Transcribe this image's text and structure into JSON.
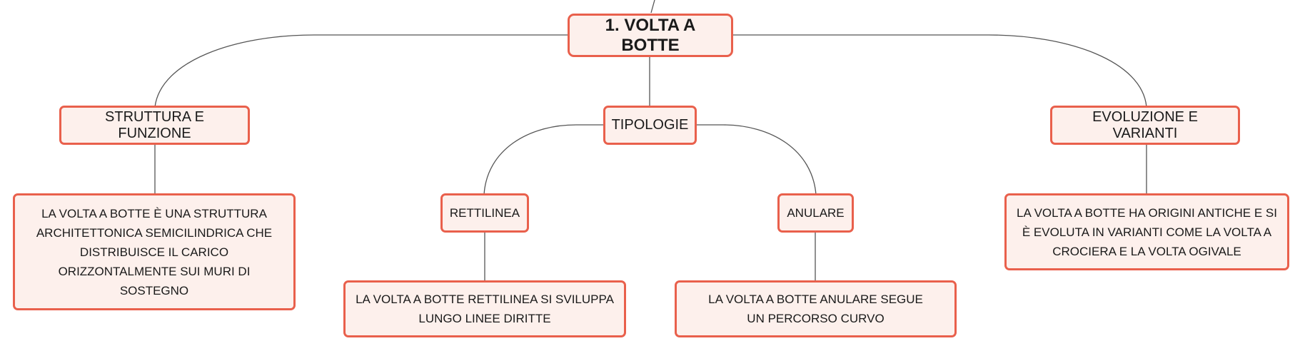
{
  "colors": {
    "node_border": "#e9604c",
    "node_fill": "#fdf0ec",
    "connector": "#555555",
    "text": "#1a1a1a"
  },
  "root": {
    "label": "1. VOLTA A BOTTE"
  },
  "branches": {
    "struttura": {
      "label": "STRUTTURA E FUNZIONE",
      "description": "LA VOLTA A BOTTE È UNA STRUTTURA ARCHITETTONICA SEMICILINDRICA CHE DISTRIBUISCE IL CARICO ORIZZONTALMENTE SUI MURI DI SOSTEGNO"
    },
    "tipologie": {
      "label": "TIPOLOGIE",
      "rettilinea": {
        "label": "RETTILINEA",
        "description": "LA VOLTA A BOTTE RETTILINEA SI SVILUPPA LUNGO LINEE DIRITTE"
      },
      "anulare": {
        "label": "ANULARE",
        "description": "LA VOLTA A BOTTE ANULARE SEGUE UN PERCORSO CURVO"
      }
    },
    "evoluzione": {
      "label": "EVOLUZIONE E VARIANTI",
      "description": "LA VOLTA A BOTTE HA ORIGINI ANTICHE E SI È EVOLUTA IN VARIANTI COME LA VOLTA A CROCIERA E LA VOLTA OGIVALE"
    }
  }
}
